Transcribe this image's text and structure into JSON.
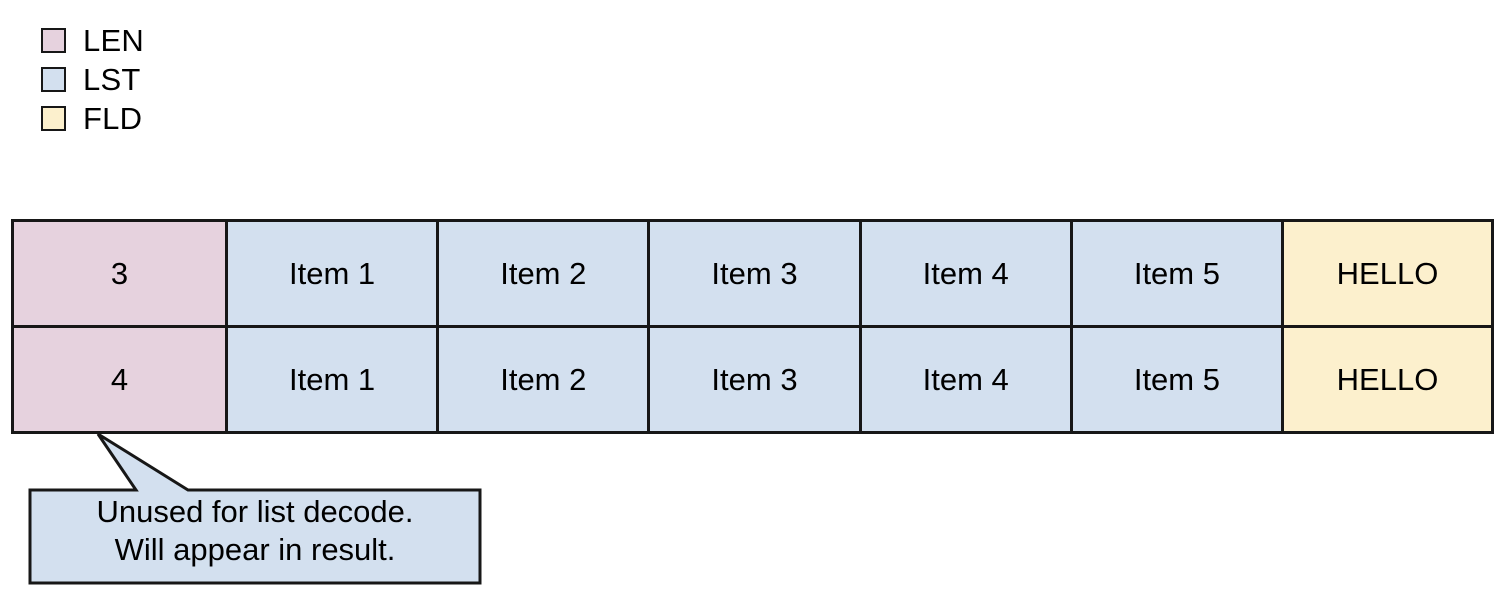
{
  "legend": {
    "items": [
      {
        "label": "LEN",
        "color": "#e6d2de"
      },
      {
        "label": "LST",
        "color": "#d3e0ef"
      },
      {
        "label": "FLD",
        "color": "#fcf0cd"
      }
    ]
  },
  "table": {
    "columns": [
      "LEN",
      "LST",
      "LST",
      "LST",
      "LST",
      "LST",
      "FLD"
    ],
    "rows": [
      {
        "len": "3",
        "items": [
          "Item 1",
          "Item 2",
          "Item 3",
          "Item 4",
          "Item 5"
        ],
        "fld": "HELLO"
      },
      {
        "len": "4",
        "items": [
          "Item 1",
          "Item 2",
          "Item 3",
          "Item 4",
          "Item 5"
        ],
        "fld": "HELLO"
      }
    ]
  },
  "callout": {
    "text": "Unused for list decode.\nWill appear in result.",
    "fill": "#d3e0ef",
    "stroke": "#171717"
  },
  "colors": {
    "len": "#e6d2de",
    "lst": "#d3e0ef",
    "fld": "#fcf0cd",
    "line": "#171717",
    "background": "#ffffff"
  }
}
